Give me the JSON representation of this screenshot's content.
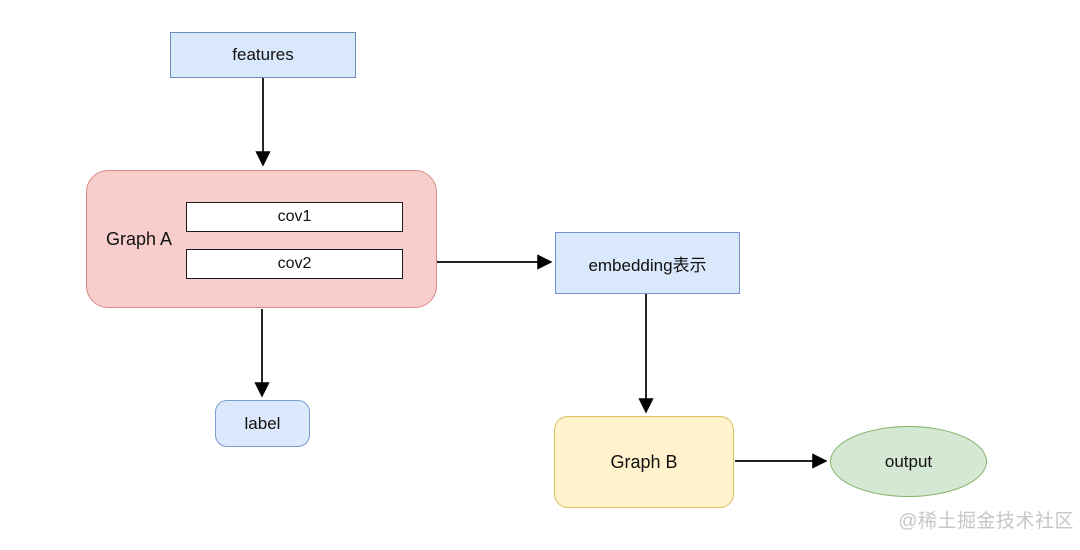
{
  "diagram": {
    "nodes": {
      "features": {
        "label": "features",
        "shape": "rect",
        "fill": "#dae8fc",
        "stroke": "#6c8ebf"
      },
      "graph_a": {
        "label": "Graph A",
        "shape": "rounded-rect",
        "fill": "#f7cecb",
        "stroke": "#d98a85"
      },
      "cov1": {
        "label": "cov1",
        "shape": "rect",
        "fill": "#ffffff",
        "stroke": "#1a1a1a"
      },
      "cov2": {
        "label": "cov2",
        "shape": "rect",
        "fill": "#ffffff",
        "stroke": "#1a1a1a"
      },
      "embedding": {
        "label": "embedding表示",
        "shape": "rect",
        "fill": "#dae8fc",
        "stroke": "#7593d1"
      },
      "label_box": {
        "label": "label",
        "shape": "rounded-rect",
        "fill": "#dce9fc",
        "stroke": "#7a9cd0"
      },
      "graph_b": {
        "label": "Graph B",
        "shape": "rounded-rect",
        "fill": "#fff2cc",
        "stroke": "#ddbf5f"
      },
      "output": {
        "label": "output",
        "shape": "ellipse",
        "fill": "#d5e8d4",
        "stroke": "#82b366"
      }
    },
    "edges": [
      {
        "from": "features",
        "to": "graph_a",
        "direction": "down"
      },
      {
        "from": "cov2",
        "to": "embedding",
        "direction": "right"
      },
      {
        "from": "graph_a",
        "to": "label_box",
        "direction": "down"
      },
      {
        "from": "embedding",
        "to": "graph_b",
        "direction": "down"
      },
      {
        "from": "graph_b",
        "to": "output",
        "direction": "right"
      }
    ],
    "arrow_color": "#000000",
    "watermark": {
      "text": "@稀土掘金技术社区",
      "color": "#c6c6c9"
    }
  }
}
